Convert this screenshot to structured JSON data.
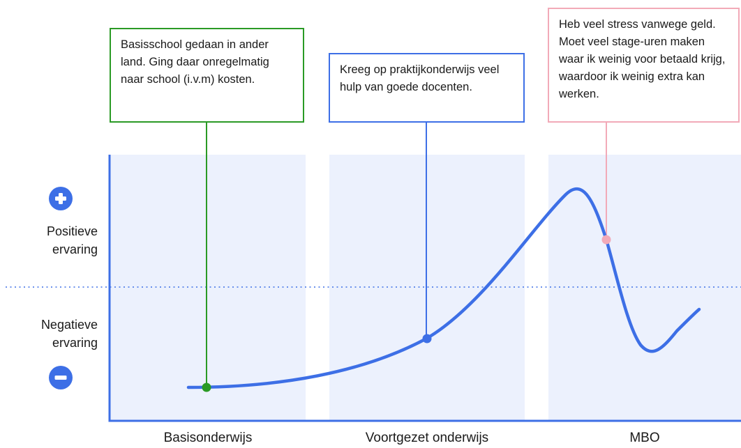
{
  "colors": {
    "curve": "#3d6fe6",
    "band": "#ecf1fd",
    "axis": "#3d6fe6",
    "neutral_line": "#3d6fe6",
    "green": "#2a9a25",
    "blue": "#3d6fe6",
    "pink": "#f2aab8",
    "icon": "#3d6fe6"
  },
  "icons": {
    "positive": "plus-circle-icon",
    "negative": "minus-circle-icon"
  },
  "axis": {
    "positive_label": "Positieve\nervaring",
    "negative_label": "Negatieve\nervaring"
  },
  "phases": [
    {
      "label": "Basisonderwijs"
    },
    {
      "label": "Voortgezet onderwijs"
    },
    {
      "label": "MBO"
    }
  ],
  "callouts": [
    {
      "id": "green",
      "text": "Basisschool gedaan in ander land. Ging daar onregelmatig naar school (i.v.m) kosten."
    },
    {
      "id": "blue",
      "text": "Kreeg op praktijkonderwijs veel hulp van goede docenten."
    },
    {
      "id": "pink",
      "text": "Heb veel stress vanwege geld. Moet veel stage-uren maken waar ik weinig voor betaald krijg, waardoor ik weinig extra kan werken."
    }
  ]
}
